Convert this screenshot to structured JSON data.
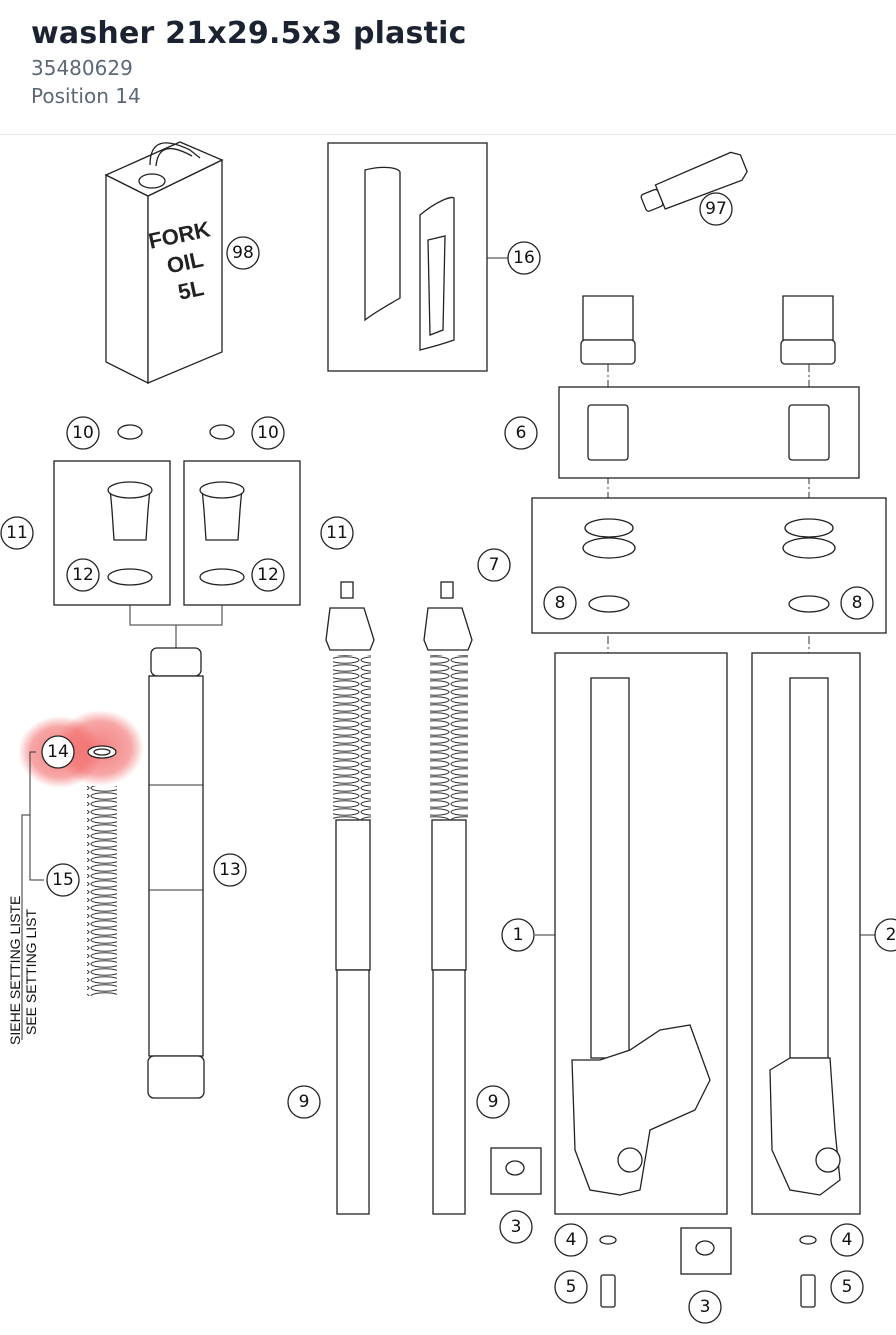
{
  "part": {
    "title": "washer 21x29.5x3 plastic",
    "number": "35480629",
    "position": "Position 14"
  },
  "diagram": {
    "can_text": [
      "FORK",
      "OIL",
      "5L"
    ],
    "side_text": [
      "SIEHE SETTING LISTE",
      "SEE SETTING LIST"
    ],
    "highlight_color": "#f26a6a",
    "callouts": [
      "98",
      "16",
      "97",
      "6",
      "7",
      "8",
      "8",
      "10",
      "10",
      "11",
      "11",
      "12",
      "12",
      "13",
      "14",
      "15",
      "1",
      "2",
      "9",
      "9",
      "3",
      "3",
      "4",
      "4",
      "5",
      "5"
    ],
    "highlighted_callout": "14"
  }
}
